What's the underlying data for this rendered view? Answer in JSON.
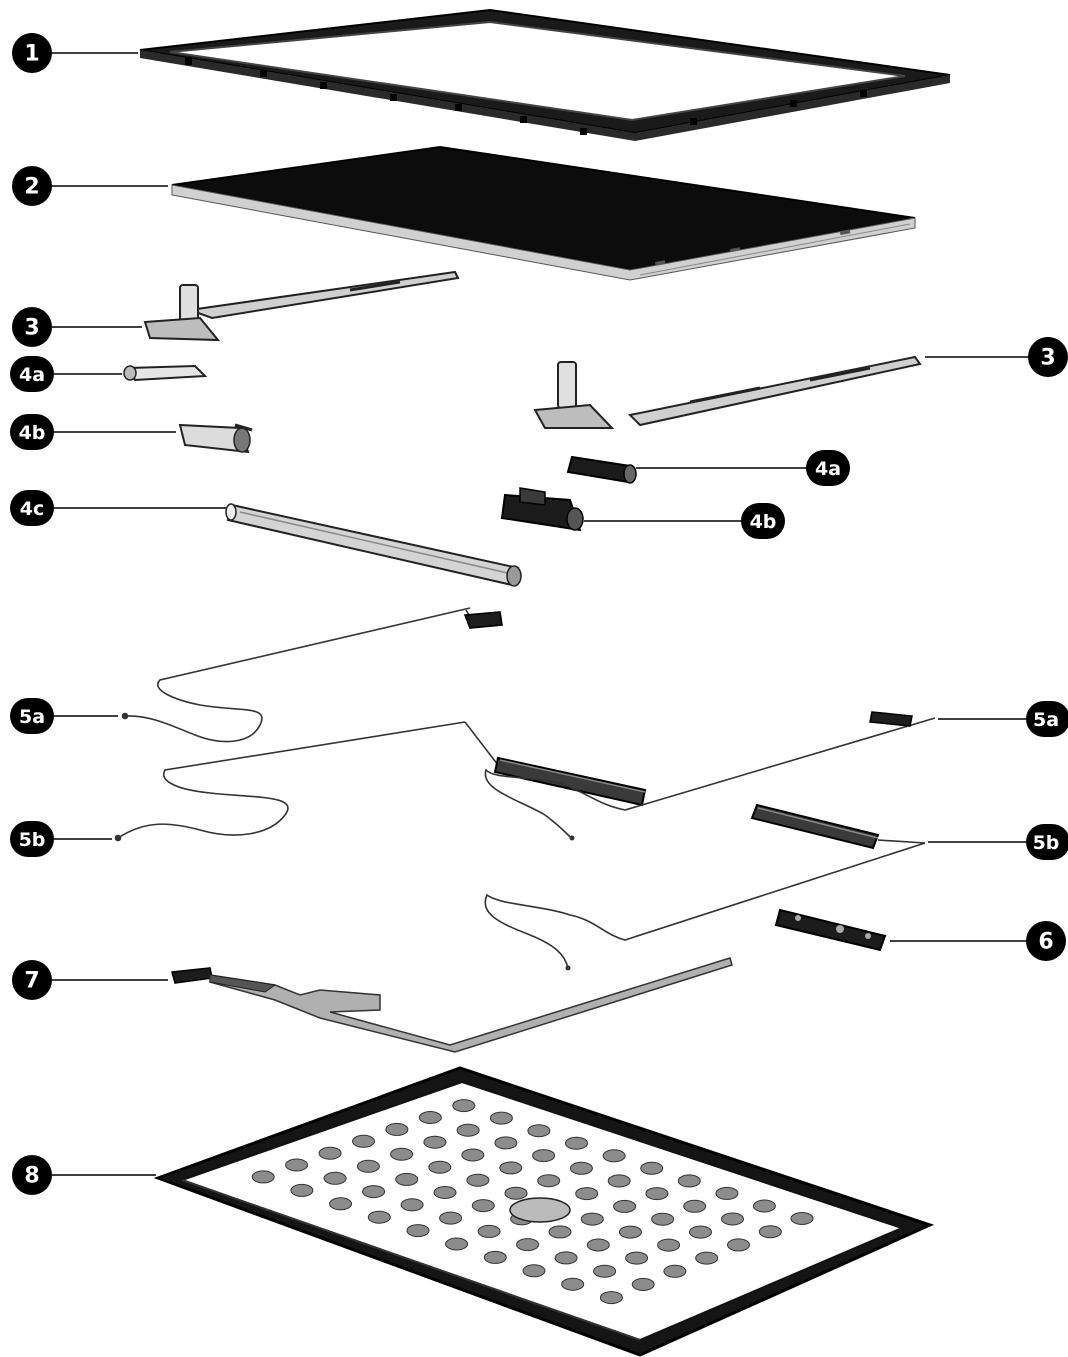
{
  "callouts": [
    {
      "id": "c1",
      "label": "1"
    },
    {
      "id": "c2",
      "label": "2"
    },
    {
      "id": "c3l",
      "label": "3"
    },
    {
      "id": "c3r",
      "label": "3"
    },
    {
      "id": "c4al",
      "label": "4a"
    },
    {
      "id": "c4ar",
      "label": "4a"
    },
    {
      "id": "c4bl",
      "label": "4b"
    },
    {
      "id": "c4br",
      "label": "4b"
    },
    {
      "id": "c4c",
      "label": "4c"
    },
    {
      "id": "c5al",
      "label": "5a"
    },
    {
      "id": "c5ar",
      "label": "5a"
    },
    {
      "id": "c5bl",
      "label": "5b"
    },
    {
      "id": "c5br",
      "label": "5b"
    },
    {
      "id": "c6",
      "label": "6"
    },
    {
      "id": "c7",
      "label": "7"
    },
    {
      "id": "c8",
      "label": "8"
    }
  ],
  "colors": {
    "ink": "#000000",
    "panel": "#111111",
    "metal": "#c8c8c8",
    "metal_dark": "#6a6a6a",
    "flex_cable": "#a8a8a8",
    "vent_hole": "#8c8c8c"
  }
}
